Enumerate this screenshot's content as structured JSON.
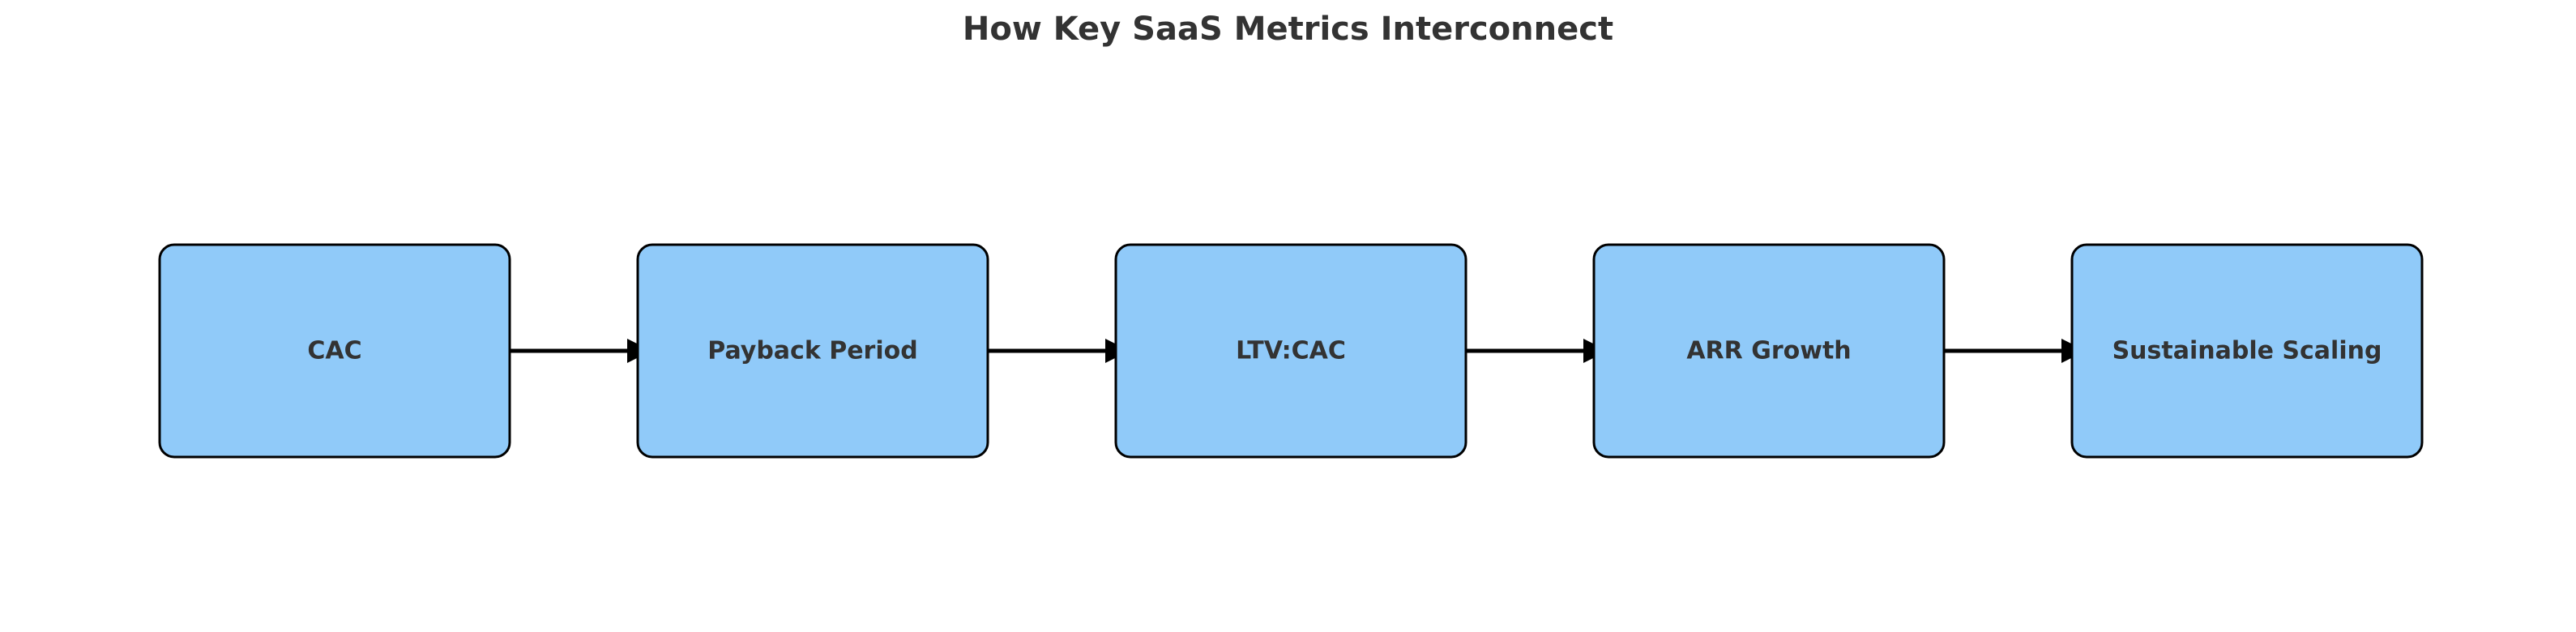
{
  "title": "How Key SaaS Metrics Interconnect",
  "colors": {
    "box_fill": "#90CAF9",
    "text": "#333333",
    "arrow": "#000000"
  },
  "nodes": [
    {
      "id": "cac",
      "label": "CAC"
    },
    {
      "id": "payback-period",
      "label": "Payback Period"
    },
    {
      "id": "ltv-cac",
      "label": "LTV:CAC"
    },
    {
      "id": "arr-growth",
      "label": "ARR Growth"
    },
    {
      "id": "sustainable-scaling",
      "label": "Sustainable Scaling"
    }
  ],
  "edges": [
    {
      "from": "cac",
      "to": "payback-period"
    },
    {
      "from": "payback-period",
      "to": "ltv-cac"
    },
    {
      "from": "ltv-cac",
      "to": "arr-growth"
    },
    {
      "from": "arr-growth",
      "to": "sustainable-scaling"
    }
  ]
}
